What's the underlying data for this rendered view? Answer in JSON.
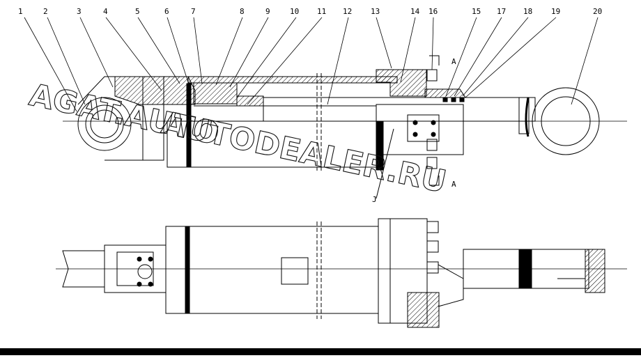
{
  "diagram": {
    "callouts": [
      "1",
      "2",
      "3",
      "4",
      "5",
      "6",
      "7",
      "8",
      "9",
      "10",
      "11",
      "12",
      "13",
      "14",
      "16",
      "15",
      "17",
      "18",
      "19",
      "20"
    ],
    "section_marks": [
      "A",
      "A"
    ],
    "detail_mark": "J",
    "watermark_line1": "AGAT.AUTO",
    "watermark_line2": "AUTODEALER.RU"
  }
}
